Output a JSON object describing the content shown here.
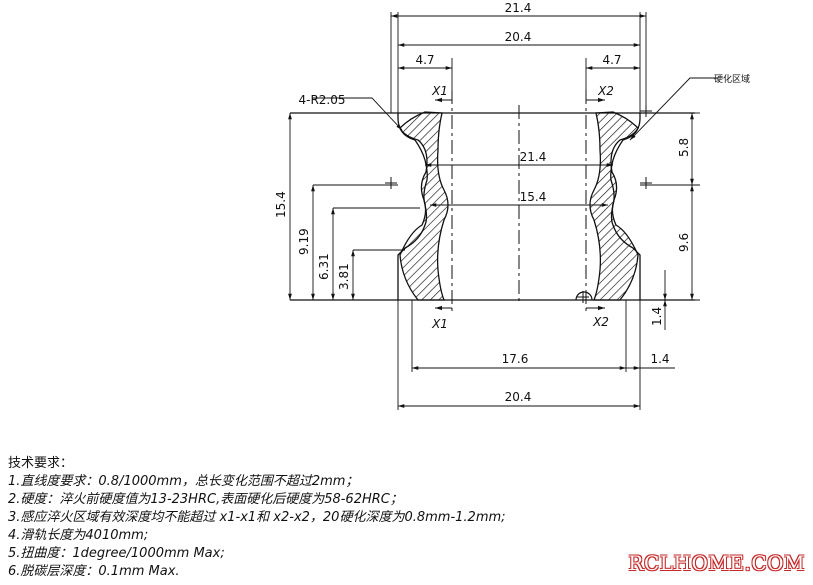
{
  "drawing": {
    "dims": {
      "top_width": "21.4",
      "second_width": "20.4",
      "left_flange": "4.7",
      "right_flange": "4.7",
      "inner_width": "21.4",
      "neck_width": "15.4",
      "height_total": "15.4",
      "height_919": "9.19",
      "height_631": "6.31",
      "height_381": "3.81",
      "right_upper": "5.8",
      "right_lower": "9.6",
      "right_bottom": "1.4",
      "bottom_inner": "17.6",
      "bottom_offset": "1.4",
      "bottom_outer": "20.4"
    },
    "labels": {
      "radius_note": "4-R2.05",
      "hardened_zone": "硬化区域",
      "x1_top": "X1",
      "x2_top": "X2",
      "x1_bottom": "X1",
      "x2_bottom": "X2"
    }
  },
  "notes": {
    "title": "技术要求：",
    "items": [
      "1.直线度要求：0.8/1000mm，总长变化范围不超过2mm；",
      "2.硬度：淬火前硬度值为13-23HRC,表面硬化后硬度为58-62HRC；",
      "3.感应淬火区域有效深度均不能超过 x1-x1和 x2-x2，20硬化深度为0.8mm-1.2mm;",
      "4.滑轨长度为4010mm;",
      "5.扭曲度：1degree/1000mm Max;",
      "6.脱碳层深度：0.1mm Max."
    ]
  },
  "watermark": "RCLHOME.COM"
}
